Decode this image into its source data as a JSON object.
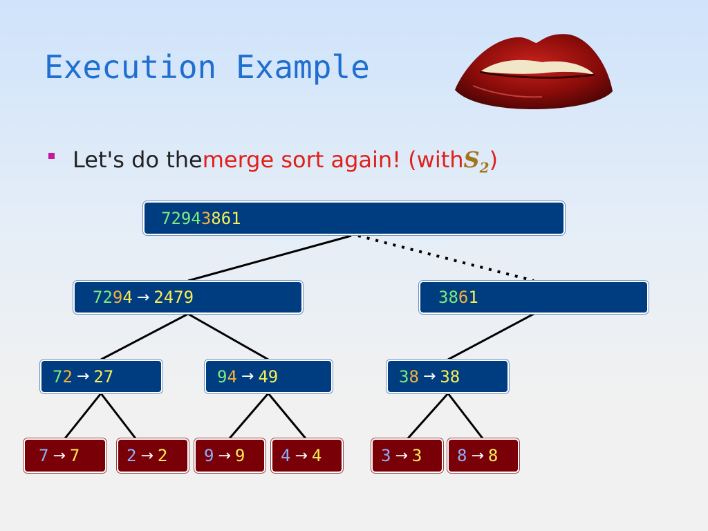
{
  "slide": {
    "title": "Execution Example",
    "bullet": {
      "prefix": "Let's do the ",
      "highlight": "merge sort again! (with ",
      "symbol": "S",
      "subscript": "2",
      "suffix": ")"
    }
  },
  "tree": {
    "root": {
      "input": [
        "7",
        "2",
        "9",
        "4",
        "3",
        "8",
        "6",
        "1"
      ]
    },
    "left": {
      "input": [
        "7",
        "2",
        "9",
        "4"
      ],
      "output": [
        "2",
        "4",
        "7",
        "9"
      ]
    },
    "right": {
      "input": [
        "3",
        "8",
        "6",
        "1"
      ]
    },
    "ll": {
      "input": [
        "7",
        "2"
      ],
      "output": [
        "2",
        "7"
      ]
    },
    "lr": {
      "input": [
        "9",
        "4"
      ],
      "output": [
        "4",
        "9"
      ]
    },
    "rl": {
      "input": [
        "3",
        "8"
      ],
      "output": [
        "3",
        "8"
      ]
    },
    "leaves": [
      {
        "in": "7",
        "out": "7"
      },
      {
        "in": "2",
        "out": "2"
      },
      {
        "in": "9",
        "out": "9"
      },
      {
        "in": "4",
        "out": "4"
      },
      {
        "in": "3",
        "out": "3"
      },
      {
        "in": "8",
        "out": "8"
      }
    ],
    "arrow": "→"
  },
  "colors": {
    "title": "#1f6fd1",
    "bullet": "#c2189a",
    "highlight": "#e0201a",
    "node_blue": "#003d80",
    "node_red": "#7a0008",
    "digit_green": "#7cec7c",
    "digit_orange": "#f6b23a",
    "digit_yellow": "#f7ef55",
    "digit_lightblue": "#8fb0ff"
  },
  "images": {
    "lips": "red-lips-icon"
  }
}
